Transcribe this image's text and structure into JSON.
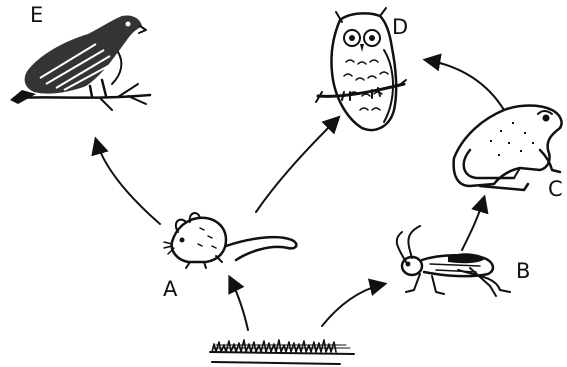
{
  "diagram": {
    "labels": {
      "hawk": "E",
      "owl": "D",
      "frog": "C",
      "insect": "B",
      "mouse": "A"
    },
    "organisms": [
      "hawk-icon",
      "owl-icon",
      "frog-icon",
      "grasshopper-icon",
      "mouse-icon",
      "grass-icon"
    ],
    "links": [
      {
        "from": "grass",
        "to": "mouse"
      },
      {
        "from": "grass",
        "to": "insect"
      },
      {
        "from": "mouse",
        "to": "hawk"
      },
      {
        "from": "mouse",
        "to": "owl"
      },
      {
        "from": "insect",
        "to": "frog"
      },
      {
        "from": "frog",
        "to": "owl"
      }
    ],
    "colors": {
      "ink": "#111111",
      "background": "#ffffff"
    }
  }
}
